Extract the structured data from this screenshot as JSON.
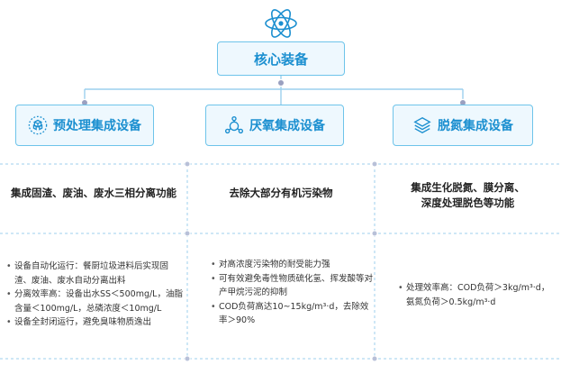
{
  "colors": {
    "accent": "#1b8fd0",
    "border": "#6ec4ea",
    "box_bg": "#eef8fe",
    "line": "#9ccfee",
    "node": "#9aa0c0"
  },
  "header": {
    "icon": "atom-icon",
    "core_label": "核心装备"
  },
  "columns": [
    {
      "icon": "cubes-icon",
      "title": "预处理集成设备",
      "summary": "集成固渣、废油、废水三相分离功能",
      "details": [
        "设备自动化运行：餐厨垃圾进料后实现固渣、废油、废水自动分离出料",
        "分离效率高：设备出水SS＜500mg/L，油脂含量＜100mg/L，总磷浓度＜10mg/L",
        "设备全封闭运行，避免臭味物质逸出"
      ]
    },
    {
      "icon": "molecule-icon",
      "title": "厌氧集成设备",
      "summary": "去除大部分有机污染物",
      "details": [
        "对高浓度污染物的耐受能力强",
        "可有效避免毒性物质硫化氢、挥发酸等对产甲烷污泥的抑制",
        "COD负荷高达10~15kg/m³·d，去除效率＞90%"
      ]
    },
    {
      "icon": "layers-icon",
      "title": "脱氮集成设备",
      "summary_lines": [
        "集成生化脱氮、膜分离、",
        "深度处理脱色等功能"
      ],
      "details": [
        "处理效率高：COD负荷＞3kg/m³·d，氨氮负荷＞0.5kg/m³·d"
      ]
    }
  ]
}
